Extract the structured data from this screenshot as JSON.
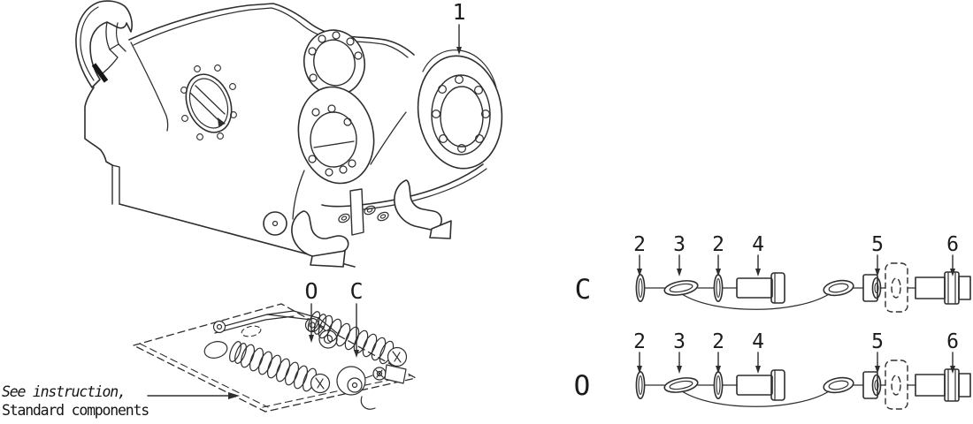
{
  "diagram": {
    "background": "#ffffff",
    "line_color": "#2e2e2e",
    "housing_callout": {
      "number": "1"
    },
    "latch_assembly": {
      "open_label": "O",
      "close_label": "C",
      "note_line1": "See instruction,",
      "note_line2": "Standard components"
    },
    "exploded_rows": [
      {
        "row_label": "C",
        "callouts": [
          "2",
          "3",
          "2",
          "4",
          "5",
          "6"
        ]
      },
      {
        "row_label": "O",
        "callouts": [
          "2",
          "3",
          "2",
          "4",
          "5",
          "6"
        ]
      }
    ]
  }
}
